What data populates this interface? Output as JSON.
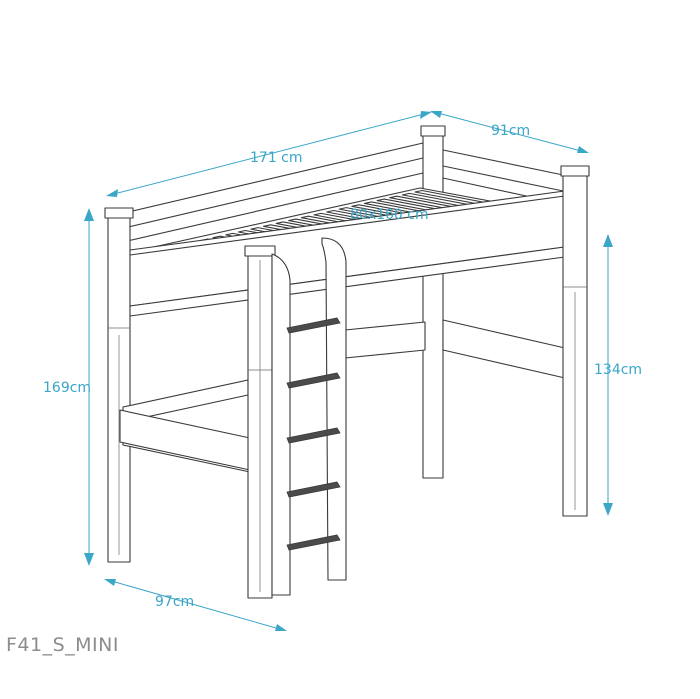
{
  "dimensions": {
    "length": "171 cm",
    "width": "91cm",
    "mattress": "80x160 cm",
    "total_height": "169cm",
    "bed_height": "134cm",
    "footprint_depth": "97cm"
  },
  "model_code": "F41_S_MINI",
  "colors": {
    "dimension": "#3aa6c8",
    "line": "#3a3a3a",
    "label": "#8c8c8c"
  }
}
